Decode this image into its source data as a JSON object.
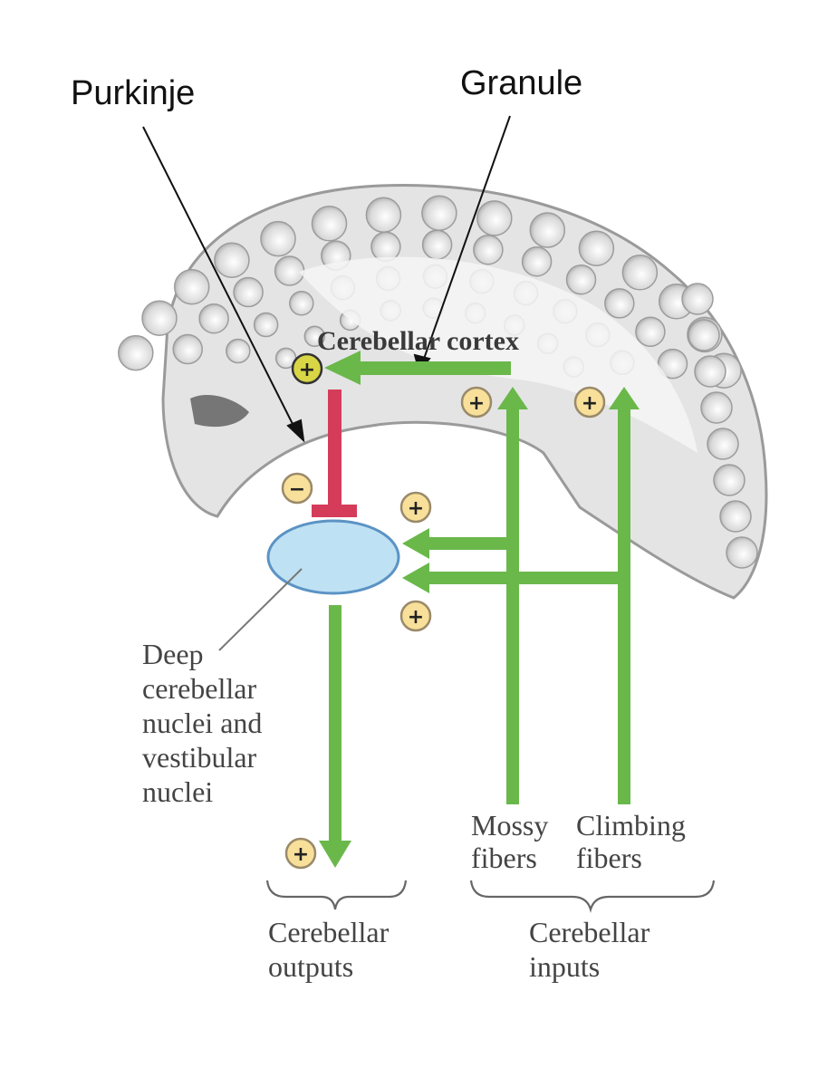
{
  "callouts": {
    "purkinje": "Purkinje",
    "granule": "Granule"
  },
  "labels": {
    "cortex": "Cerebellar cortex",
    "deep_nuclei_lines": [
      "Deep",
      "cerebellar",
      "nuclei and",
      "vestibular",
      "nuclei"
    ],
    "mossy_lines": [
      "Mossy",
      "fibers"
    ],
    "climbing_lines": [
      "Climbing",
      "fibers"
    ],
    "outputs_lines": [
      "Cerebellar",
      "outputs"
    ],
    "inputs_lines": [
      "Cerebellar",
      "inputs"
    ]
  },
  "signs": {
    "excitatory": "+",
    "inhibitory": "−"
  },
  "colors": {
    "excitatory_path": "#6ab84a",
    "inhibitory_path": "#d43c5a",
    "nucleus_fill": "#bfe1f4",
    "nucleus_stroke": "#5b93c4",
    "sign_fill": "#f8e09a",
    "cortex_sign_fill": "#d8d645"
  }
}
